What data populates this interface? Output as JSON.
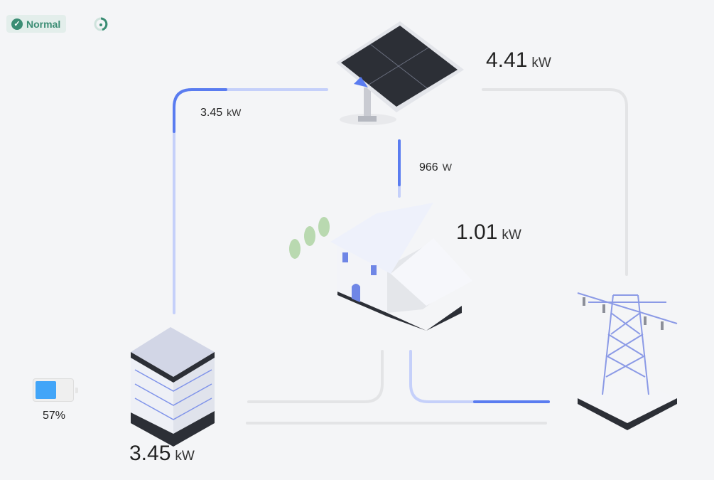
{
  "status": {
    "label": "Normal",
    "icon": "check-circle-icon",
    "color": "#3b8d74"
  },
  "refresh": {
    "icon": "refresh-icon"
  },
  "solar": {
    "power": "4.41",
    "unit": "kW"
  },
  "solar_to_battery": {
    "power": "3.45",
    "unit": "kW"
  },
  "solar_to_home": {
    "power": "966",
    "unit": "W"
  },
  "home": {
    "power": "1.01",
    "unit": "kW"
  },
  "battery": {
    "power": "3.45",
    "unit": "kW",
    "soc_label": "57%",
    "soc": 57
  },
  "colors": {
    "flow_active": "#5a7cf0",
    "flow_light": "#c5d0fa",
    "flow_idle": "#e3e4e6",
    "battery_fill": "#42a5f8"
  }
}
